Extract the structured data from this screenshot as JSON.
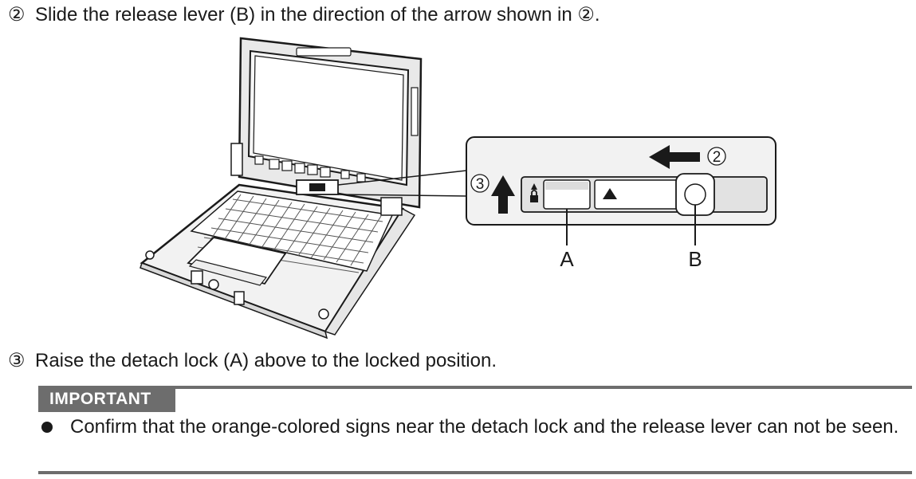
{
  "step2": {
    "number": "②",
    "text": "Slide the release lever (B) in the direction of the arrow shown in ②."
  },
  "callout": {
    "arrow_step_2": "2",
    "arrow_step_3": "3",
    "label_a": "A",
    "label_b": "B"
  },
  "step3": {
    "number": "③",
    "text": "Raise the detach lock (A) above to the locked position."
  },
  "important": {
    "heading": "IMPORTANT",
    "bullet": "Confirm that the orange-colored signs near the detach lock and the release lever can not be seen."
  }
}
